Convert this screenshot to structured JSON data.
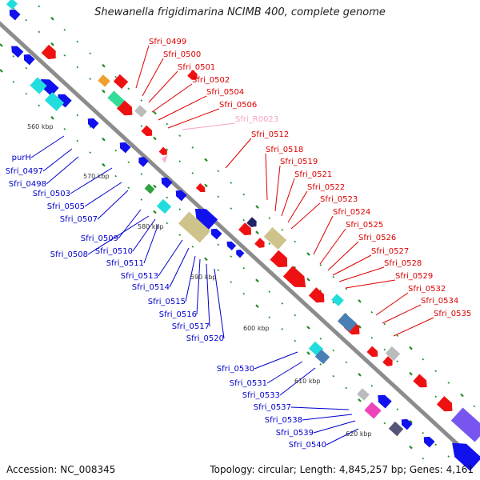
{
  "title": "Shewanella frigidimarina NCIMB 400, complete genome",
  "footer": {
    "accession": "Accession: NC_008345",
    "summary": "Topology: circular; Length: 4,845,257 bp; Genes: 4,161"
  },
  "colors": {
    "backbone": "#8c8c8c",
    "forward_label": "#dd0000",
    "reverse_label": "#0000cc",
    "rna_label": "#f4a3c7",
    "tick_dot": "#228b22",
    "scale_text": "#333333"
  },
  "scale_labels": [
    "560 kbp",
    "570 kbp",
    "580 kbp",
    "590 kbp",
    "600 kbp",
    "610 kbp",
    "620 kbp"
  ],
  "forward_labels": [
    "Sfri_0499",
    "Sfri_0500",
    "Sfri_0501",
    "Sfri_0502",
    "Sfri_0504",
    "Sfri_0506",
    "Sfri_R0023",
    "Sfri_0512",
    "Sfri_0518",
    "Sfri_0519",
    "Sfri_0521",
    "Sfri_0522",
    "Sfri_0523",
    "Sfri_0524",
    "Sfri_0525",
    "Sfri_0526",
    "Sfri_0527",
    "Sfri_0528",
    "Sfri_0529",
    "Sfri_0532",
    "Sfri_0534",
    "Sfri_0535"
  ],
  "reverse_labels": [
    "purH",
    "Sfri_0497",
    "Sfri_0498",
    "Sfri_0503",
    "Sfri_0505",
    "Sfri_0507",
    "Sfri_0509",
    "Sfri_0508",
    "Sfri_0510",
    "Sfri_0511",
    "Sfri_0513",
    "Sfri_0514",
    "Sfri_0515",
    "Sfri_0516",
    "Sfri_0517",
    "Sfri_0520",
    "Sfri_0530",
    "Sfri_0531",
    "Sfri_0533",
    "Sfri_0537",
    "Sfri_0538",
    "Sfri_0539",
    "Sfri_0540"
  ]
}
